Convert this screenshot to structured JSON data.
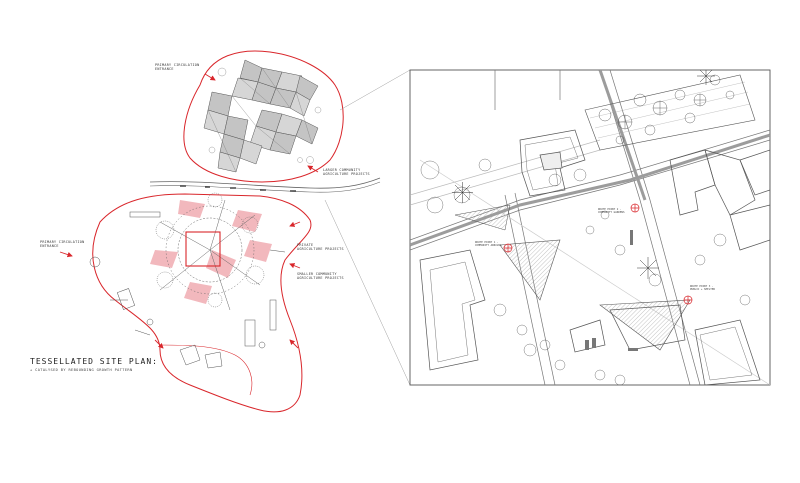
{
  "title": "TESSELLATED SITE PLAN:",
  "subtitle": "+ CATALYSED BY REBOUNDING GROWTH PATTERN",
  "annotations": {
    "primary_entrance_top": "PRIMARY CIRCULATION\nENTRANCE",
    "larger_community": "LARGER COMMUNITY\nAGRICULTURE PROJECTS",
    "primary_entrance_left": "PRIMARY CIRCULATION\nENTRANCE",
    "private": "PRIVATE\nAGRICULTURE PROJECTS",
    "smaller_community": "SMALLER COMMUNITY\nAGRICULTURE PROJECTS"
  },
  "detail_labels": {
    "tag_1": "ROUTE POINT 1 -\nCOMMUNITY ARRIVAL",
    "tag_2": "ROUTE POINT 2 -\nCOMMUNITY GARDENS",
    "tag_3": "ROUTE POINT 3 -\nPUBLIC + SHELTER"
  },
  "colors": {
    "boundary": "#d9262b",
    "pink_fill": "#f2b8bd",
    "grey_roof": "#bdbdbd",
    "line": "#555555"
  }
}
